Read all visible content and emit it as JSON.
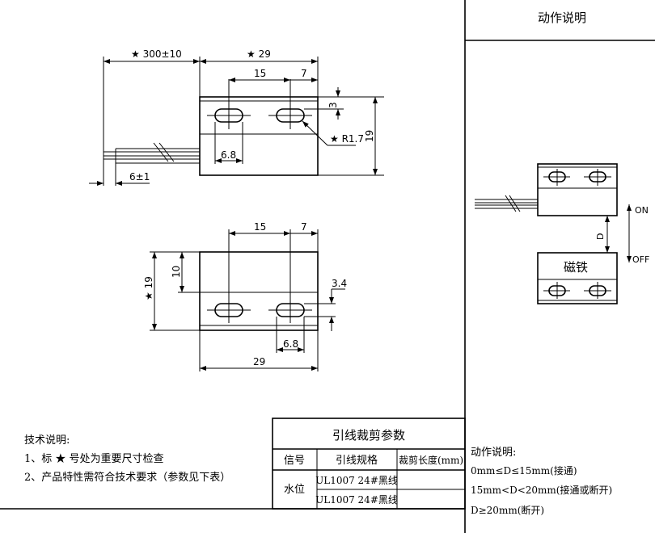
{
  "top_view": {
    "dim_lead_length": "★ 300±10",
    "dim_length": "★ 29",
    "dim_hole_pitch": "15",
    "dim_hole_edge": "7",
    "dim_hole_offset": "3",
    "dim_height": "19",
    "dim_radius": "★ R1.7",
    "dim_slot_width": "6.8",
    "dim_strip": "6±1"
  },
  "bottom_view": {
    "dim_hole_pitch": "15",
    "dim_hole_edge": "7",
    "dim_height": "★ 19",
    "dim_step": "10",
    "dim_slot_height": "3.4",
    "dim_slot_width": "6.8",
    "dim_length": "29"
  },
  "action_panel": {
    "title": "动作说明",
    "magnet_label": "磁铁",
    "gap_label": "D",
    "on_label": "ON",
    "off_label": "OFF"
  },
  "tech_notes": {
    "title": "技术说明:",
    "items": [
      "1、标 ★ 号处为重要尺寸检查",
      "2、产品特性需符合技术要求（参数见下表）"
    ]
  },
  "lead_table": {
    "title": "引线裁剪参数",
    "headers": [
      "信号",
      "引线规格",
      "裁剪长度(mm)"
    ],
    "signal": "水位",
    "rows": [
      {
        "spec": "UL1007 24#黑线",
        "length": ""
      },
      {
        "spec": "UL1007 24#黑线",
        "length": ""
      }
    ]
  },
  "action_notes": {
    "title": "动作说明:",
    "items": [
      "0mm≤D≤15mm(接通)",
      "15mm<D<20mm(接通或断开)",
      "D≥20mm(断开)"
    ]
  }
}
